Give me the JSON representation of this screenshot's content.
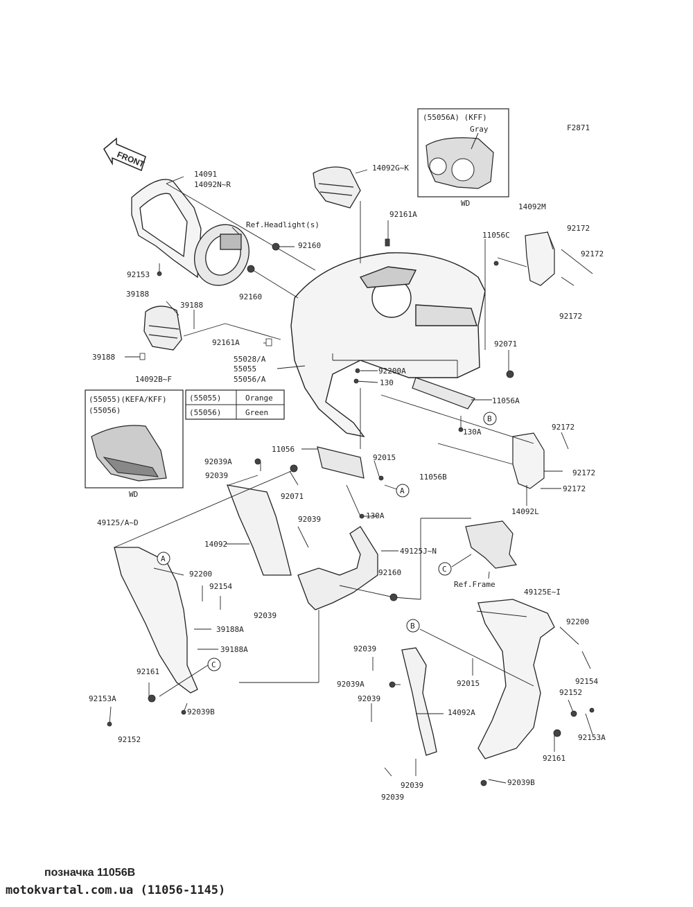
{
  "diagram": {
    "code": "F2871",
    "front_label": "FRONT",
    "inset_top": {
      "line1": "(55056A)  (KFF)",
      "line2": "Gray",
      "caption": "WD"
    },
    "inset_left": {
      "line1": "(55055)(KEFA/KFF)",
      "line2": "(55056)",
      "caption": "WD"
    },
    "color_table": [
      {
        "code": "(55055)",
        "color": "Orange"
      },
      {
        "code": "(55056)",
        "color": "Green"
      }
    ],
    "callouts_circle": [
      "A",
      "B",
      "C",
      "A",
      "B",
      "C"
    ],
    "labels": [
      "14091",
      "14092N~R",
      "Ref.Headlight(s)",
      "92160",
      "92153",
      "92160",
      "14092G~K",
      "92161A",
      "14092M",
      "11056C",
      "92172",
      "92172",
      "92172",
      "39188",
      "39188",
      "92161A",
      "39188",
      "14092B~F",
      "55028/A",
      "55055",
      "55056/A",
      "92200A",
      "130",
      "92071",
      "11056A",
      "130A",
      "92172",
      "11056",
      "92015",
      "92039A",
      "92039",
      "92071",
      "11056B",
      "92172",
      "92172",
      "14092L",
      "130A",
      "49125/A~D",
      "92039",
      "14092",
      "49125J~N",
      "92200",
      "92154",
      "92160",
      "Ref.Frame",
      "92039",
      "49125E~I",
      "39188A",
      "39188A",
      "92200",
      "92039",
      "92161",
      "92015",
      "92039A",
      "92154",
      "92153A",
      "92039",
      "14092A",
      "92152",
      "92039B",
      "92153A",
      "92152",
      "92161",
      "92039",
      "92039",
      "92039B"
    ]
  },
  "footer": {
    "note": "позначка 11056B",
    "source": "motokvartal.com.ua (11056-1145)"
  }
}
